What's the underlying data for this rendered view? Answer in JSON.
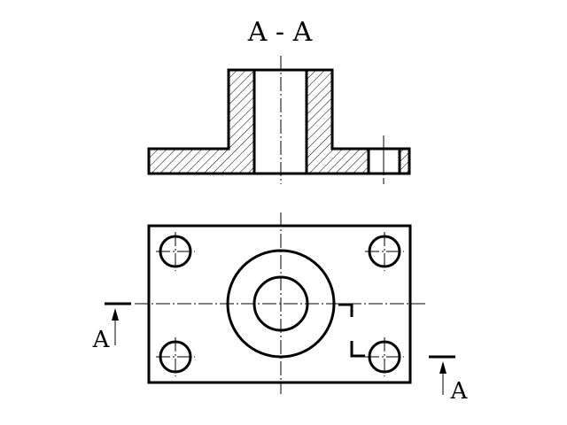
{
  "section_title": "A - A",
  "cut_label_left": "A",
  "cut_label_right": "A"
}
